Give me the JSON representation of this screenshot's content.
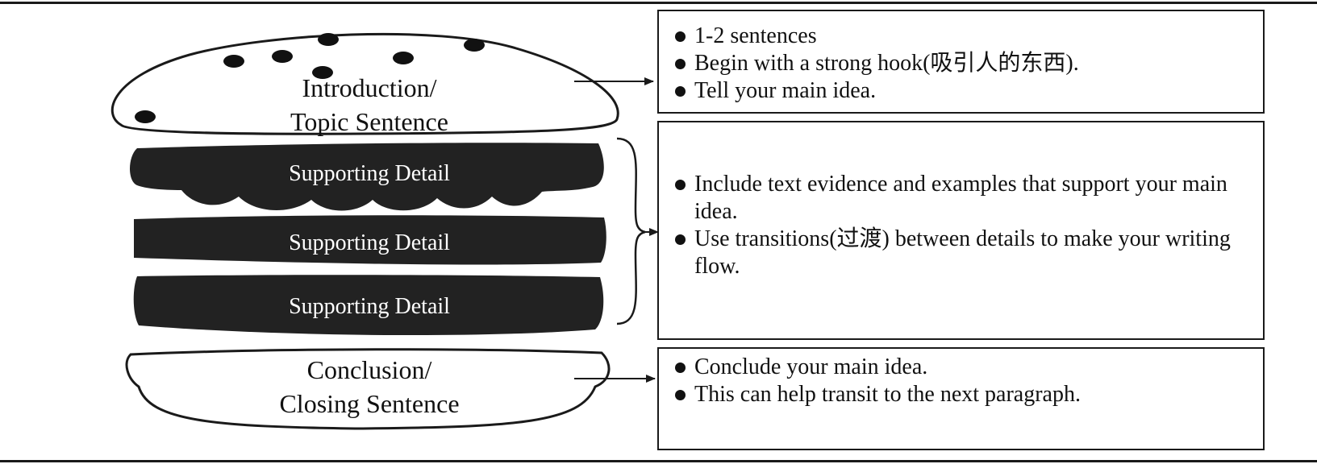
{
  "burger": {
    "top_bun_line1": "Introduction/",
    "top_bun_line2": "Topic Sentence",
    "detail_1": "Supporting Detail",
    "detail_2": "Supporting Detail",
    "detail_3": "Supporting Detail",
    "bottom_bun_line1": "Conclusion/",
    "bottom_bun_line2": "Closing Sentence"
  },
  "notes": {
    "intro": [
      "1-2 sentences",
      "Begin with a strong hook(吸引人的东西).",
      "Tell your main idea."
    ],
    "support": [
      "Include text evidence and examples that support your main idea.",
      "Use transitions(过渡) between details to make your writing flow."
    ],
    "conclusion": [
      "Conclude your main idea.",
      "This can help transit to the next paragraph."
    ]
  },
  "colors": {
    "ink": "#1a1a1a",
    "patty": "#222222",
    "bun_fill": "#ffffff",
    "seed": "#111111",
    "patty_text": "#ffffff"
  }
}
